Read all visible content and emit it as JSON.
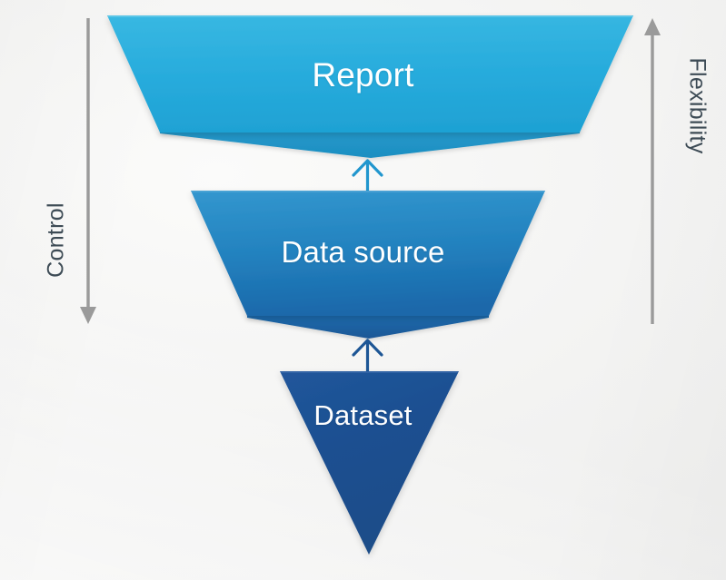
{
  "diagram": {
    "title": "Report / Data source / Dataset funnel",
    "background_color": "#f5f5f4",
    "stages": [
      {
        "id": "report",
        "label": "Report",
        "shape": "trapezoid",
        "fill_top": "#33b4e0",
        "fill_bottom": "#1fa5d6",
        "fold_color": "#2091c2",
        "text_color": "#ffffff"
      },
      {
        "id": "data-source",
        "label": "Data source",
        "shape": "trapezoid",
        "fill_top": "#2e92ca",
        "fill_bottom": "#1c6cad",
        "fold_color": "#1b5d9c",
        "text_color": "#ffffff"
      },
      {
        "id": "dataset",
        "label": "Dataset",
        "shape": "triangle",
        "fill_top": "#1c4f8e",
        "fill_bottom": "#1f4f8c",
        "text_color": "#ffffff"
      }
    ],
    "connectors": [
      {
        "id": "dataset-to-data-source",
        "direction": "up",
        "color": "#1d5695"
      },
      {
        "id": "data-source-to-report",
        "direction": "up",
        "color": "#2196ce"
      }
    ],
    "axes": [
      {
        "id": "control",
        "label": "Control",
        "side": "left",
        "direction": "down",
        "color": "#9a9a9a",
        "text_color": "#3d4b55"
      },
      {
        "id": "flexibility",
        "label": "Flexibility",
        "side": "right",
        "direction": "up",
        "color": "#9a9a9a",
        "text_color": "#3d4b55"
      }
    ]
  }
}
